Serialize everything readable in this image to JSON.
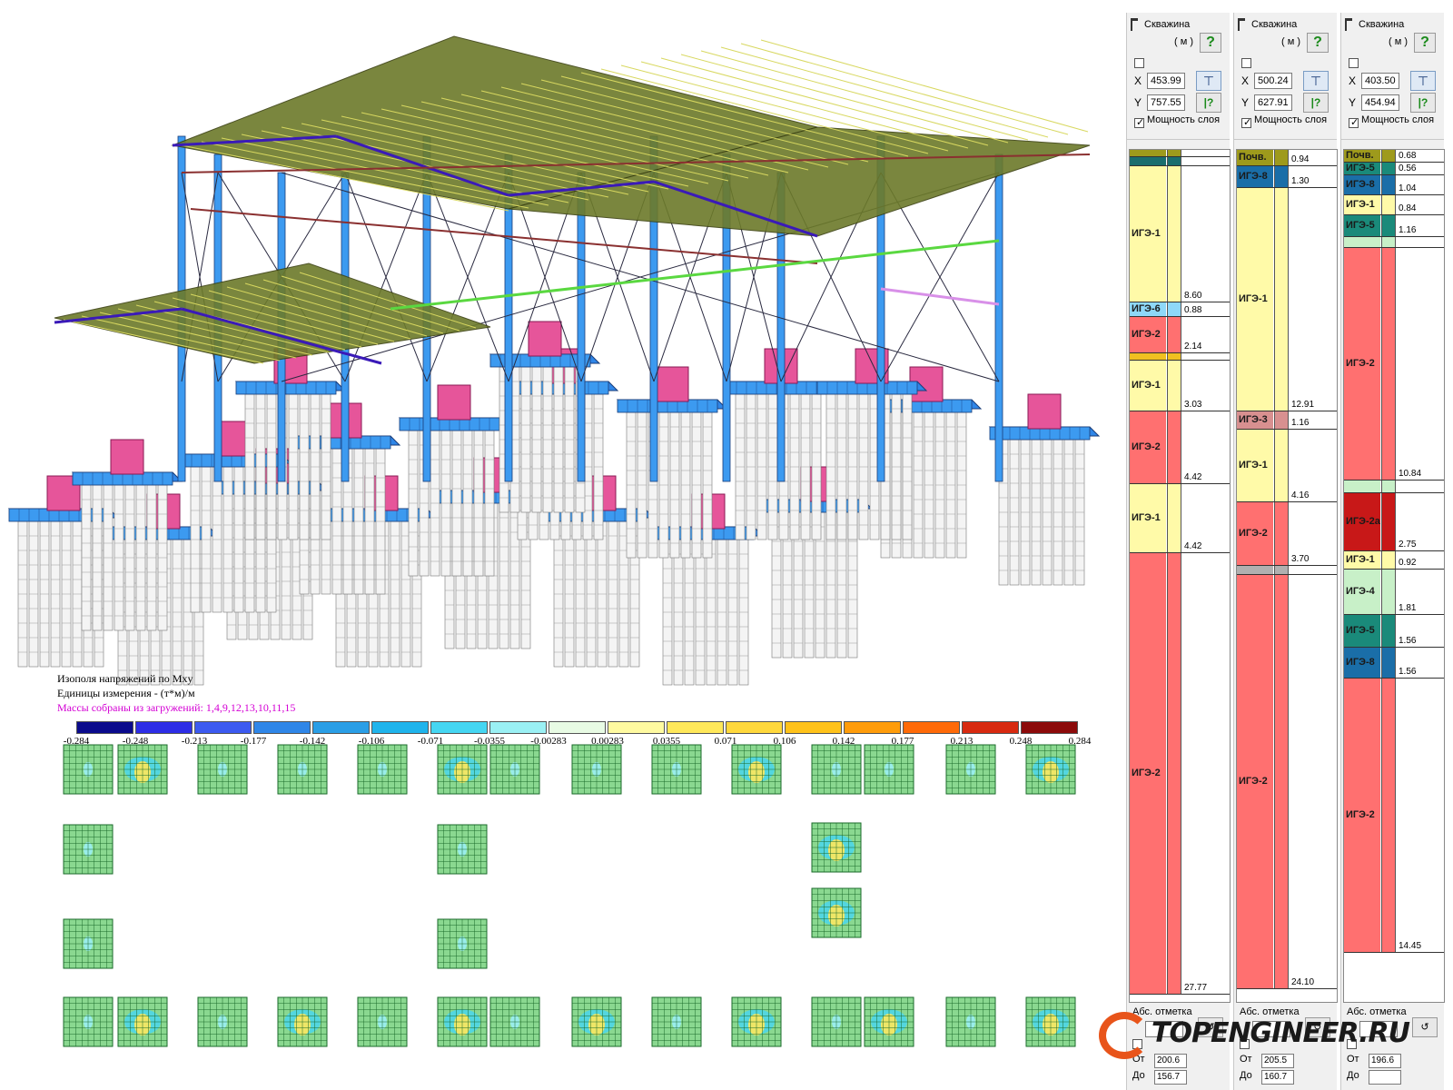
{
  "legend": {
    "caption1": "Изополя напряжений по Mxy",
    "caption2": "Единицы измерения - (т*м)/м",
    "caption3": "Массы собраны из загружений:  1,4,9,12,13,10,11,15",
    "scale_colors": [
      "#0a0a8c",
      "#2d2de6",
      "#3c5af0",
      "#2f86e8",
      "#2a9ee6",
      "#1fb4ec",
      "#45d6f2",
      "#9af0f4",
      "#e8fbe4",
      "#fffaa0",
      "#ffe85a",
      "#ffd83c",
      "#ffc21a",
      "#ff9c0a",
      "#ff6a08",
      "#d82a10",
      "#8c0a0a"
    ],
    "scale_labels": [
      "-0.284",
      "-0.248",
      "-0.213",
      "-0.177",
      "-0.142",
      "-0.106",
      "-0.071",
      "-0.0355",
      "-0.00283",
      "0.00283",
      "0.0355",
      "0.071",
      "0.106",
      "0.142",
      "0.177",
      "0.213",
      "0.248",
      "0.284"
    ]
  },
  "boreholes": [
    {
      "title": "Скважина",
      "unit": "( м )",
      "x": "453.99",
      "y": "757.55",
      "thickness_label": "Мощность слоя",
      "abs_label": "Абс. отметка",
      "from_label": "От",
      "to_label": "До",
      "from_value": "200.6",
      "to_value": "156.7",
      "layers": [
        {
          "name": "",
          "thick": "",
          "color": "#9e9a1c",
          "h": 8
        },
        {
          "name": "",
          "thick": "",
          "color": "#1a6e6e",
          "h": 10
        },
        {
          "name": "ИГЭ-1",
          "thick": "8.60",
          "color": "#fffaa8",
          "h": 150
        },
        {
          "name": "ИГЭ-6",
          "thick": "0.88",
          "color": "#8ed8f8",
          "h": 16
        },
        {
          "name": "ИГЭ-2",
          "thick": "2.14",
          "color": "#ff7070",
          "h": 40
        },
        {
          "name": "",
          "thick": "",
          "color": "#f0c020",
          "h": 8
        },
        {
          "name": "ИГЭ-1",
          "thick": "3.03",
          "color": "#fffaa8",
          "h": 56
        },
        {
          "name": "ИГЭ-2",
          "thick": "4.42",
          "color": "#ff7070",
          "h": 80
        },
        {
          "name": "ИГЭ-1",
          "thick": "4.42",
          "color": "#fffaa8",
          "h": 76
        },
        {
          "name": "ИГЭ-2",
          "thick": "27.77",
          "color": "#ff7070",
          "h": 486
        }
      ]
    },
    {
      "title": "Скважина",
      "unit": "( м )",
      "x": "500.24",
      "y": "627.91",
      "thickness_label": "Мощность слоя",
      "abs_label": "Абс. отметка",
      "from_label": "От",
      "to_label": "До",
      "from_value": "205.5",
      "to_value": "160.7",
      "layers": [
        {
          "name": "Почв.",
          "thick": "0.94",
          "color": "#9e9a1c",
          "h": 18
        },
        {
          "name": "ИГЭ-8",
          "thick": "1.30",
          "color": "#1a6ea8",
          "h": 24
        },
        {
          "name": "ИГЭ-1",
          "thick": "12.91",
          "color": "#fffaa8",
          "h": 246
        },
        {
          "name": "ИГЭ-3",
          "thick": "1.16",
          "color": "#d89090",
          "h": 20
        },
        {
          "name": "ИГЭ-1",
          "thick": "4.16",
          "color": "#fffaa8",
          "h": 80
        },
        {
          "name": "ИГЭ-2",
          "thick": "3.70",
          "color": "#ff7070",
          "h": 70
        },
        {
          "name": "",
          "thick": "",
          "color": "#b0b0b0",
          "h": 10
        },
        {
          "name": "ИГЭ-2",
          "thick": "24.10",
          "color": "#ff7070",
          "h": 456
        }
      ]
    },
    {
      "title": "Скважина",
      "unit": "( м )",
      "x": "403.50",
      "y": "454.94",
      "thickness_label": "Мощность слоя",
      "abs_label": "Абс. отметка",
      "from_label": "От",
      "to_label": "До",
      "from_value": "196.6",
      "to_value": "",
      "layers": [
        {
          "name": "Почв.",
          "thick": "0.68",
          "color": "#9e9a1c",
          "h": 14
        },
        {
          "name": "ИГЭ-5",
          "thick": "0.56",
          "color": "#1a8a7a",
          "h": 14
        },
        {
          "name": "ИГЭ-8",
          "thick": "1.04",
          "color": "#1a6ea8",
          "h": 22
        },
        {
          "name": "ИГЭ-1",
          "thick": "0.84",
          "color": "#fffaa8",
          "h": 22
        },
        {
          "name": "ИГЭ-5",
          "thick": "1.16",
          "color": "#1a8a7a",
          "h": 24
        },
        {
          "name": "",
          "thick": "",
          "color": "#c8f0c8",
          "h": 12
        },
        {
          "name": "ИГЭ-2",
          "thick": "10.84",
          "color": "#ff7070",
          "h": 256
        },
        {
          "name": "",
          "thick": "",
          "color": "#c8f0c8",
          "h": 14
        },
        {
          "name": "ИГЭ-2а",
          "thick": "2.75",
          "color": "#c81818",
          "h": 64
        },
        {
          "name": "ИГЭ-1",
          "thick": "0.92",
          "color": "#fffaa8",
          "h": 20
        },
        {
          "name": "ИГЭ-4",
          "thick": "1.81",
          "color": "#c8f0c8",
          "h": 50
        },
        {
          "name": "ИГЭ-5",
          "thick": "1.56",
          "color": "#1a8a7a",
          "h": 36
        },
        {
          "name": "ИГЭ-8",
          "thick": "1.56",
          "color": "#1a6ea8",
          "h": 34
        },
        {
          "name": "ИГЭ-2",
          "thick": "14.45",
          "color": "#ff7070",
          "h": 302
        }
      ]
    }
  ],
  "watermark": "TOPENGINEER.RU"
}
